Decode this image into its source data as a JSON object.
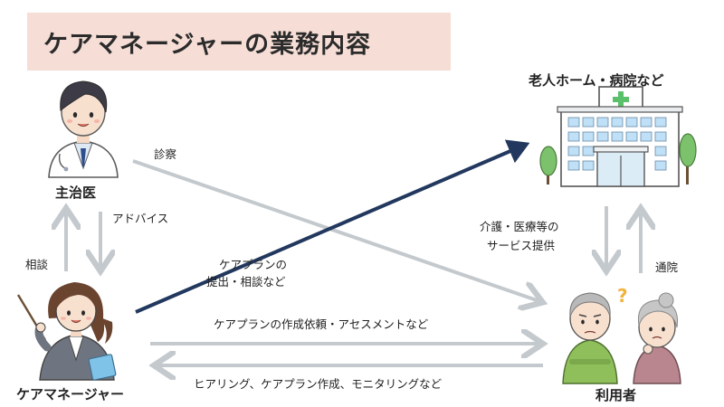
{
  "title": "ケアマネージャーの業務内容",
  "nodes": {
    "doctor": "主治医",
    "facility": "老人ホーム・病院など",
    "care_manager": "ケアマネージャー",
    "users": "利用者"
  },
  "edges": {
    "consultation": "診察",
    "advice": "アドバイス",
    "soudan": "相談",
    "care_plan_line1": "ケアプランの",
    "care_plan_line2": "提出・相談など",
    "care_services_line1": "介護・医療等の",
    "care_services_line2": "サービス提供",
    "hospital_visit": "通院",
    "request": "ケアプランの作成依頼・アセスメントなど",
    "response": "ヒアリング、ケアプラン作成、モニタリングなど"
  },
  "colors": {
    "title_band": "#f6ded6",
    "arrow_gray": "#c4c9cd",
    "arrow_navy": "#22385e"
  },
  "icons": {
    "doctor": "doctor-illustration",
    "facility": "hospital-building-illustration",
    "care_manager": "care-manager-illustration",
    "users": "elderly-couple-illustration"
  }
}
